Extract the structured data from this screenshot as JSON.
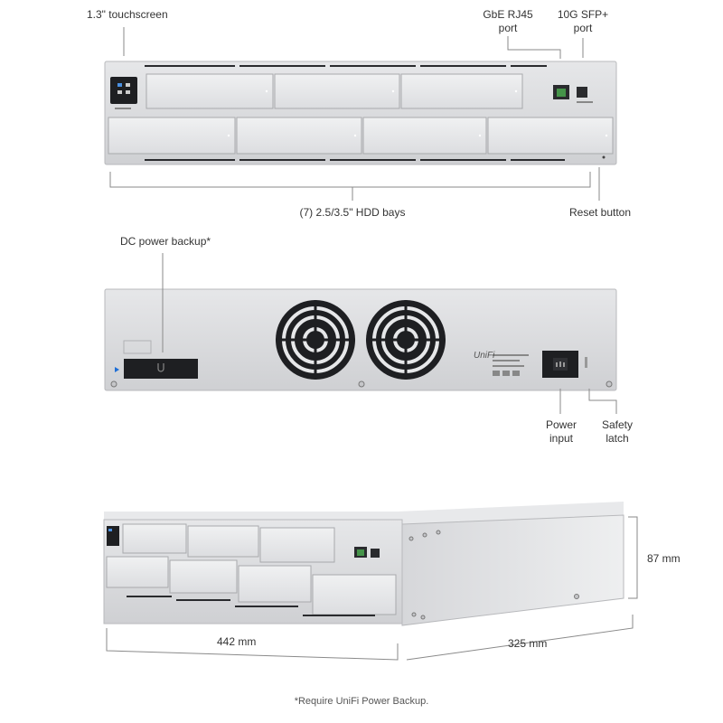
{
  "front_view": {
    "touchscreen_label": "1.3\" touchscreen",
    "gbe_port_label_line1": "GbE RJ45",
    "gbe_port_label_line2": "port",
    "sfp_port_label_line1": "10G SFP+",
    "sfp_port_label_line2": "port",
    "hdd_bays_label": "(7) 2.5/3.5\" HDD bays",
    "reset_button_label": "Reset button"
  },
  "rear_view": {
    "dc_power_label": "DC power backup*",
    "power_input_label_line1": "Power",
    "power_input_label_line2": "input",
    "safety_latch_label_line1": "Safety",
    "safety_latch_label_line2": "latch",
    "brand_logo": "UniFi"
  },
  "perspective_view": {
    "height_label": "87 mm",
    "width_label": "442 mm",
    "depth_label": "325 mm"
  },
  "footnote": "*Require UniFi Power Backup.",
  "colors": {
    "chassis": "#d9dadc",
    "bay": "#e6e7e9",
    "dark_panel": "#1e1f22",
    "accent_blue": "#1f6fd6",
    "leader_line": "#8a8a8a"
  },
  "icons": [
    "touchscreen-display-icon",
    "rj45-port-icon",
    "sfp-port-icon",
    "fan-grille-icon",
    "power-socket-icon",
    "ubiquiti-logo-icon"
  ]
}
